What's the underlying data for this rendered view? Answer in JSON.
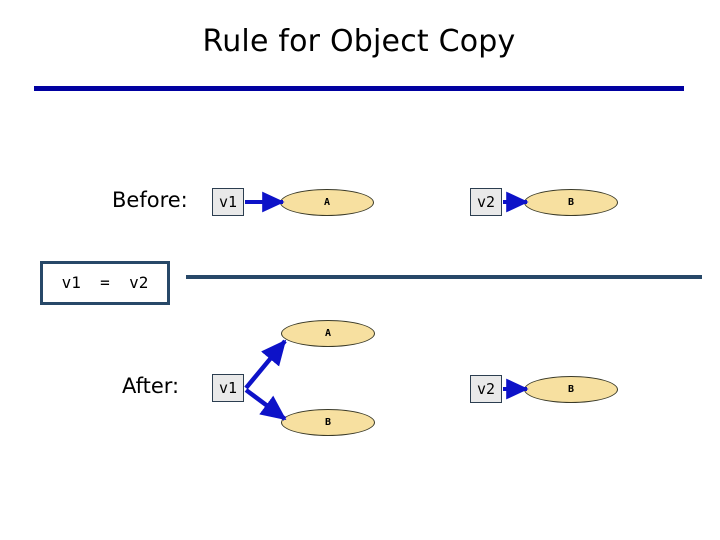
{
  "slide": {
    "title": "Rule for Object Copy",
    "accent_color": "#0000A0",
    "divider_color": "#274868",
    "arrow_color": "#0D12C8",
    "object_fill": "#F7E0A0",
    "var_fill": "#E9E9E9",
    "background": "#FFFFFF"
  },
  "before": {
    "label": "Before:",
    "nodes": [
      {
        "var": "v1",
        "object": "A"
      },
      {
        "var": "v2",
        "object": "B"
      }
    ]
  },
  "statement": {
    "text": "v1  =  v2"
  },
  "after": {
    "label": "After:",
    "left_var": "v1",
    "left_objects": [
      "A",
      "B"
    ],
    "right_var": "v2",
    "right_object": "B"
  }
}
